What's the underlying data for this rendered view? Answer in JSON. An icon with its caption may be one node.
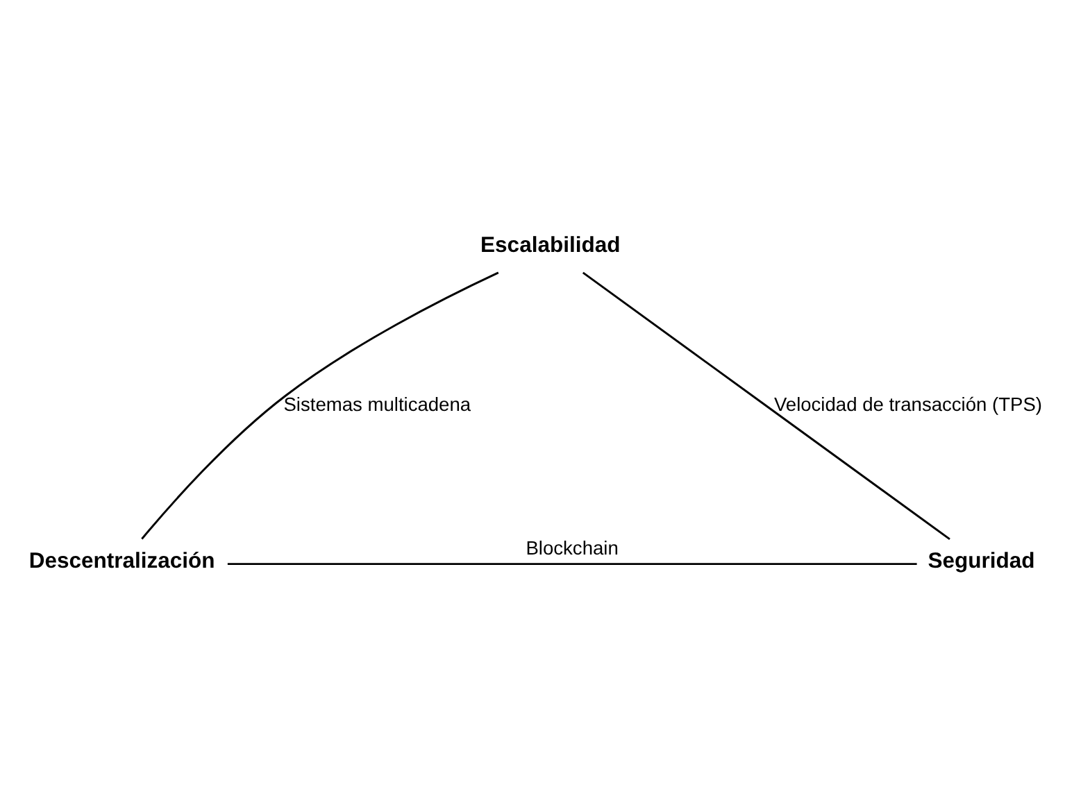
{
  "diagram": {
    "nodes": [
      {
        "text": [
          "Escalabilidad"
        ]
      },
      {
        "text": [
          "Descentralización"
        ]
      },
      {
        "text": [
          "Seguridad"
        ]
      }
    ],
    "edges": [
      {
        "from": 0,
        "to": 1,
        "arrow": "none",
        "label": "Sistemas multicadena"
      },
      {
        "from": 0,
        "to": 2,
        "arrow": "none",
        "label": "Velocidad de transacción (TPS)"
      },
      {
        "from": 1,
        "to": 2,
        "arrow": "none",
        "label": "Blockchain"
      }
    ]
  }
}
